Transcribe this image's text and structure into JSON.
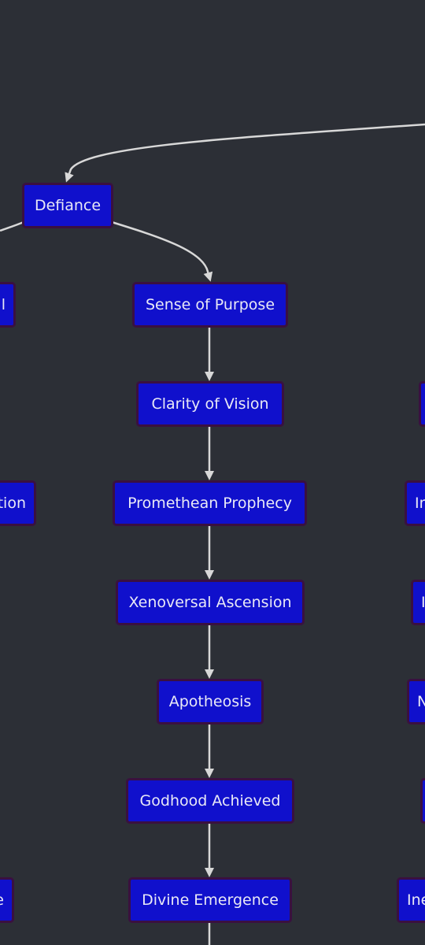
{
  "diagram": {
    "colors": {
      "background": "#2c2f36",
      "node_fill": "#1010cc",
      "node_border": "#3a1040",
      "node_text": "#e9e9f6",
      "edge": "#d8d8d8"
    },
    "nodes": [
      {
        "id": "defiance",
        "label": "Defiance"
      },
      {
        "id": "sense-of-purpose",
        "label": "Sense of Purpose"
      },
      {
        "id": "clarity-of-vision",
        "label": "Clarity of Vision"
      },
      {
        "id": "promethean-prophecy",
        "label": "Promethean Prophecy"
      },
      {
        "id": "xenoversal-ascension",
        "label": "Xenoversal Ascension"
      },
      {
        "id": "apotheosis",
        "label": "Apotheosis"
      },
      {
        "id": "godhood-achieved",
        "label": "Godhood Achieved"
      },
      {
        "id": "divine-emergence",
        "label": "Divine Emergence"
      },
      {
        "id": "left-partial-1",
        "label": "l"
      },
      {
        "id": "left-partial-2",
        "label": "tion"
      },
      {
        "id": "left-partial-3",
        "label": "e"
      },
      {
        "id": "right-partial-1",
        "label": ""
      },
      {
        "id": "right-partial-2",
        "label": "In"
      },
      {
        "id": "right-partial-3",
        "label": "I"
      },
      {
        "id": "right-partial-4",
        "label": "N"
      },
      {
        "id": "right-partial-5",
        "label": ""
      },
      {
        "id": "right-partial-6",
        "label": "Ine"
      }
    ],
    "edges": [
      {
        "from": "offscreen-top-right",
        "to": "defiance"
      },
      {
        "from": "defiance",
        "to": "offscreen-left"
      },
      {
        "from": "defiance",
        "to": "sense-of-purpose"
      },
      {
        "from": "sense-of-purpose",
        "to": "clarity-of-vision"
      },
      {
        "from": "clarity-of-vision",
        "to": "promethean-prophecy"
      },
      {
        "from": "promethean-prophecy",
        "to": "xenoversal-ascension"
      },
      {
        "from": "xenoversal-ascension",
        "to": "apotheosis"
      },
      {
        "from": "apotheosis",
        "to": "godhood-achieved"
      },
      {
        "from": "godhood-achieved",
        "to": "divine-emergence"
      },
      {
        "from": "divine-emergence",
        "to": "offscreen-bottom"
      }
    ]
  }
}
